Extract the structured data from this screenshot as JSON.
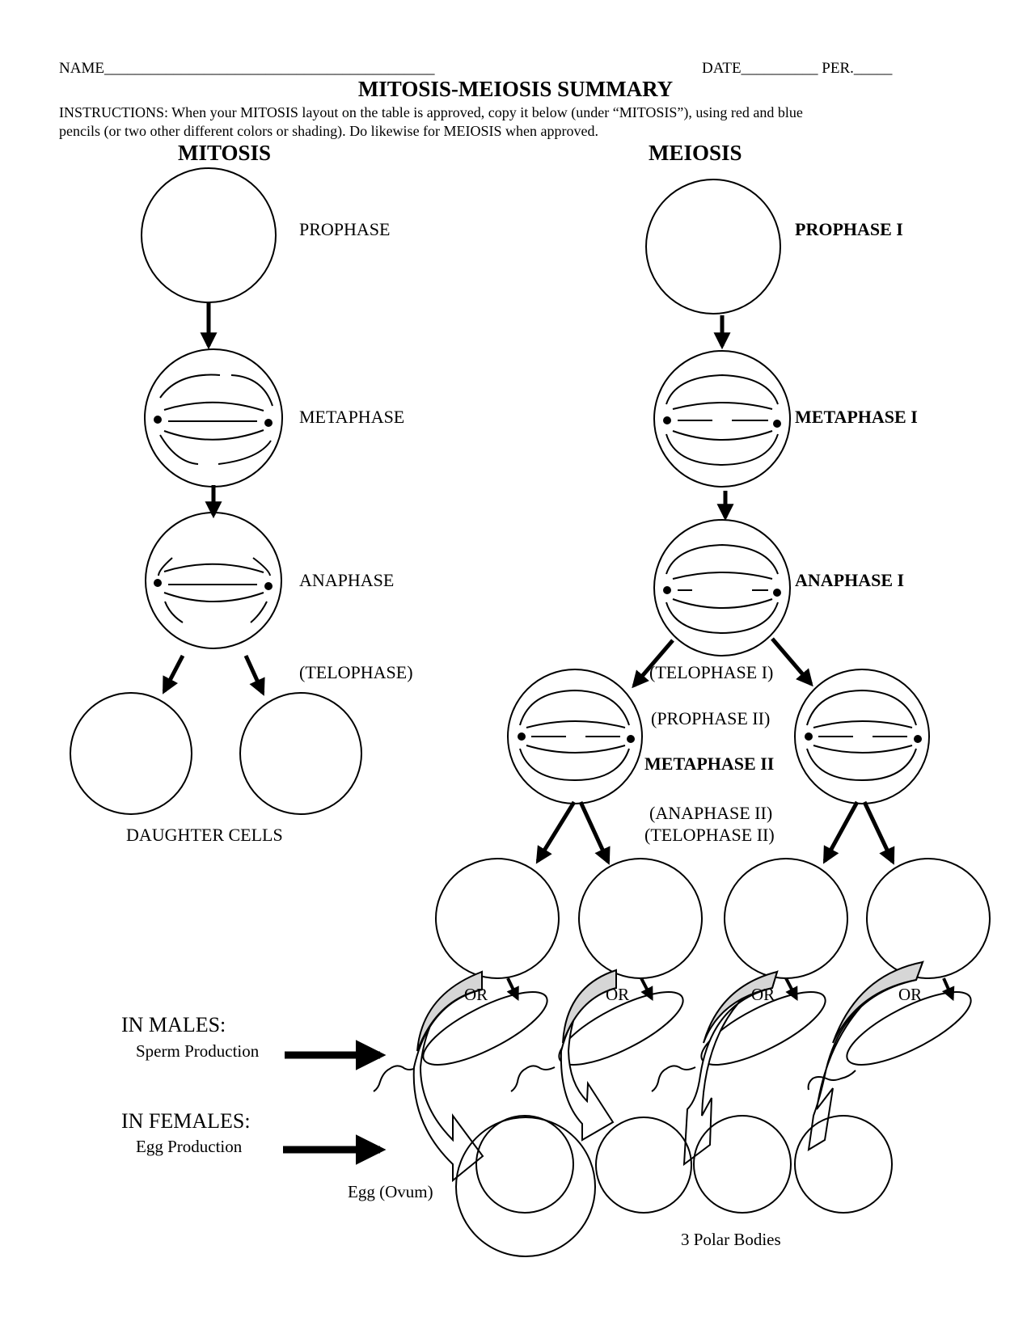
{
  "header": {
    "name_label": "NAME___________________________________________",
    "date_label": "DATE__________ PER._____"
  },
  "title": "MITOSIS-MEIOSIS SUMMARY",
  "instructions": {
    "line1": "INSTRUCTIONS:  When your MITOSIS layout on the table is approved, copy it below (under “MITOSIS”), using red and blue",
    "line2": "pencils (or two other different colors or shading).  Do likewise for MEIOSIS when approved."
  },
  "mitosis": {
    "heading": "MITOSIS",
    "stages": [
      "PROPHASE",
      "METAPHASE",
      "ANAPHASE",
      "(TELOPHASE)"
    ],
    "result_label": "DAUGHTER CELLS"
  },
  "meiosis": {
    "heading": "MEIOSIS",
    "stages": [
      "PROPHASE  I",
      "METAPHASE  I",
      "ANAPHASE  I"
    ],
    "telophase1": "(TELOPHASE I)",
    "prophase2": "(PROPHASE II)",
    "metaphase2": "METAPHASE II",
    "anaphase2": "(ANAPHASE II)",
    "telophase2": "(TELOPHASE II)",
    "or_label": "OR"
  },
  "gametes": {
    "males_title": "IN MALES:",
    "males_sub": "Sperm Production",
    "females_title": "IN FEMALES:",
    "females_sub": "Egg Production",
    "egg_label": "Egg (Ovum)",
    "polar_label": "3 Polar Bodies"
  },
  "colors": {
    "ink": "#000000",
    "shade": "#d6d6d6",
    "paper": "#ffffff"
  }
}
